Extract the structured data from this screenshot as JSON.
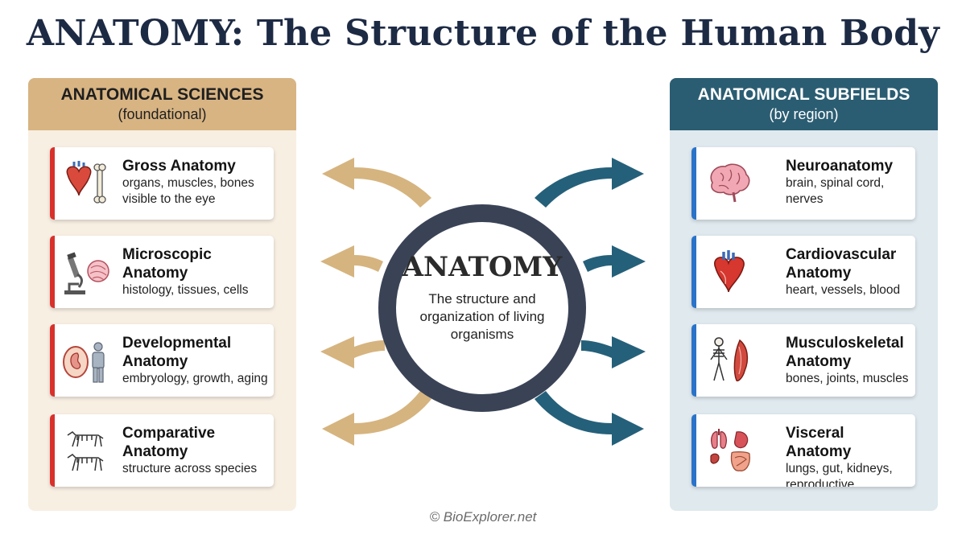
{
  "title": "ANATOMY: The Structure of the Human Body",
  "left_panel": {
    "title": "ANATOMICAL SCIENCES",
    "subtitle": "(foundational)",
    "items": [
      {
        "name": "Gross Anatomy",
        "desc": "organs, muscles, bones visible to the eye",
        "icons": [
          "heart-icon",
          "bone-icon"
        ]
      },
      {
        "name": "Microscopic Anatomy",
        "desc": "histology, tissues, cells",
        "icons": [
          "microscope-icon",
          "cell-icon"
        ]
      },
      {
        "name": "Developmental Anatomy",
        "desc": "embryology, growth, aging",
        "icons": [
          "embryo-icon",
          "person-icon"
        ]
      },
      {
        "name": "Comparative Anatomy",
        "desc": "structure across species",
        "icons": [
          "animal-skeleton-icon"
        ]
      }
    ]
  },
  "right_panel": {
    "title": "ANATOMICAL SUBFIELDS",
    "subtitle": "(by region)",
    "items": [
      {
        "name": "Neuroanatomy",
        "desc": "brain, spinal cord, nerves",
        "icons": [
          "brain-icon"
        ]
      },
      {
        "name": "Cardiovascular Anatomy",
        "desc": "heart, vessels, blood",
        "icons": [
          "heart-icon"
        ]
      },
      {
        "name": "Musculoskeletal Anatomy",
        "desc": "bones, joints, muscles",
        "icons": [
          "skeleton-icon",
          "muscle-icon"
        ]
      },
      {
        "name": "Visceral Anatomy",
        "desc": "lungs, gut, kidneys, reproductive",
        "icons": [
          "organs-icon"
        ]
      }
    ]
  },
  "center": {
    "word": "ANATOMY",
    "desc": "The structure and organization of living organisms"
  },
  "footer": "© BioExplorer.net",
  "colors": {
    "title": "#1d2a44",
    "left_header": "#d8b483",
    "left_panel_bg": "#f8efe3",
    "left_accent": "#d8312c",
    "right_header": "#2b5d72",
    "right_panel_bg": "#dfe9ee",
    "right_accent": "#2a73c9",
    "left_arrow": "#d6b47f",
    "right_arrow": "#25607a",
    "hub_ring": "#3a4356"
  }
}
